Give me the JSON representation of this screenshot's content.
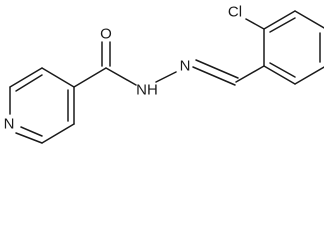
{
  "molecule": {
    "atom_labels": {
      "chlorine": "Cl",
      "carbonyl_oxygen": "O",
      "amide_nitrogen": "NH",
      "imine_nitrogen": "N",
      "pyridine_nitrogen": "N"
    }
  },
  "colors": {
    "bond": "#1a1a1a",
    "label": "#1a1a1a",
    "background": "#ffffff"
  }
}
